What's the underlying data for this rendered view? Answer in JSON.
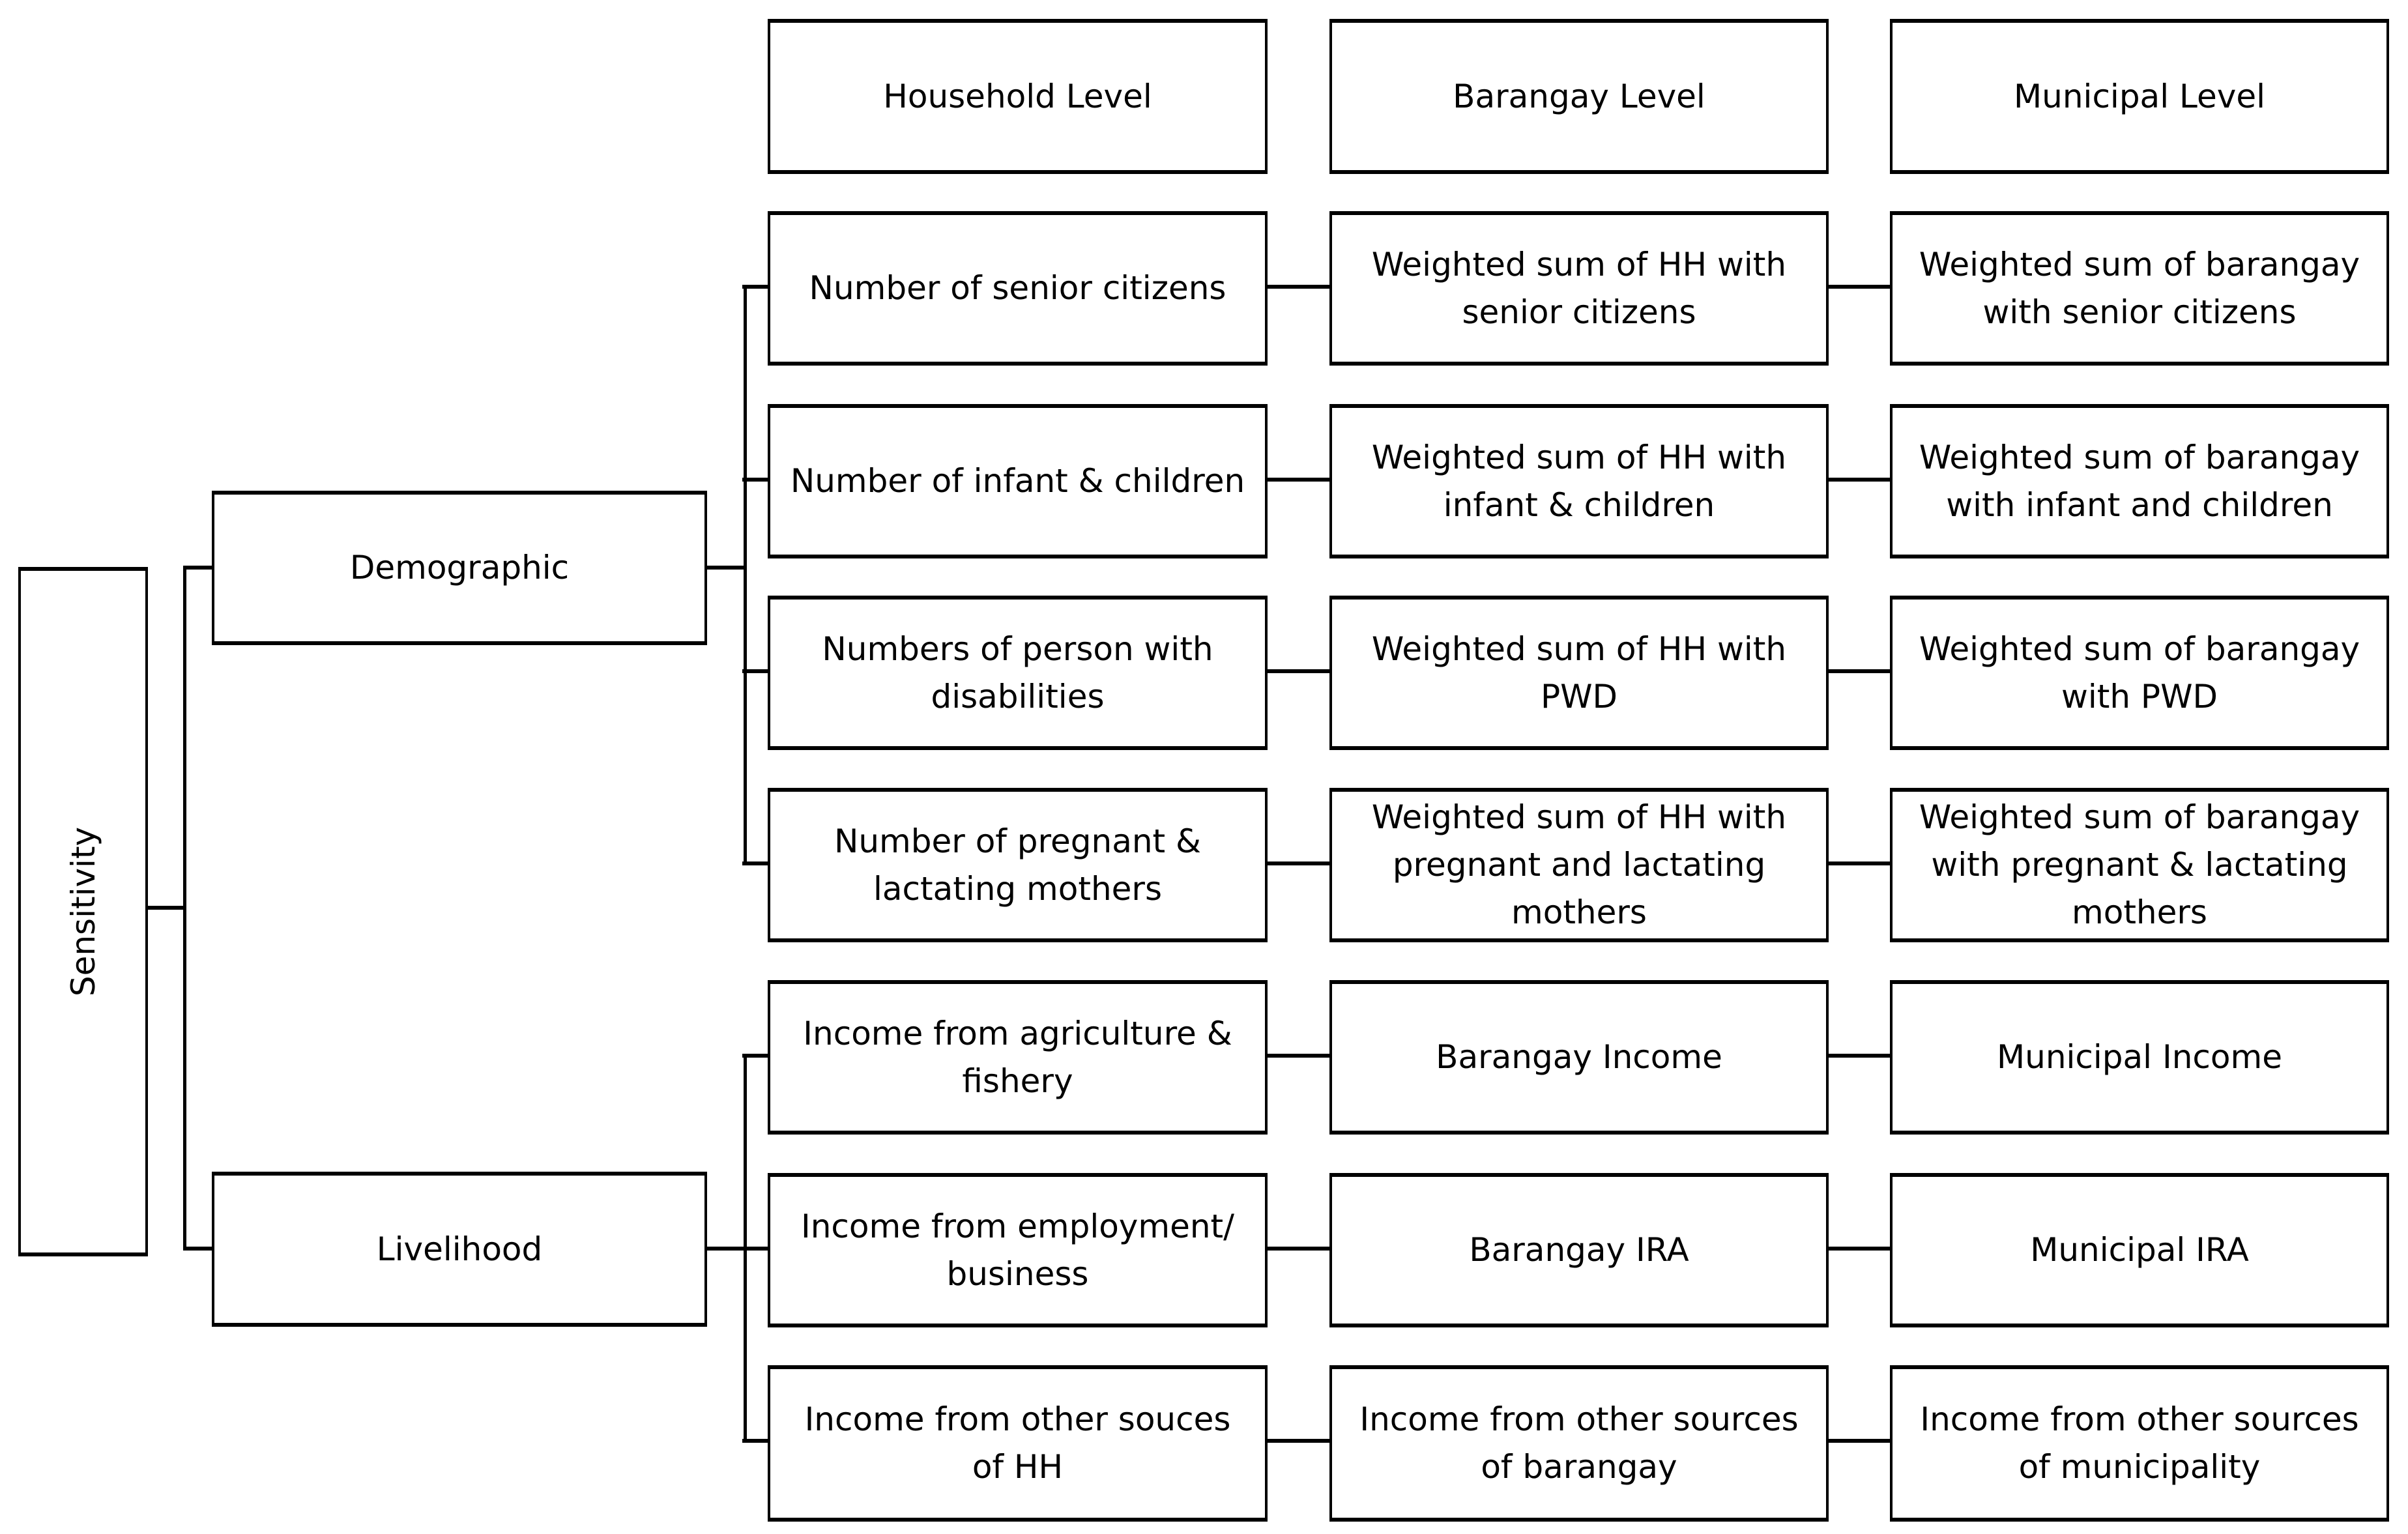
{
  "diagram": {
    "type": "hierarchy-flowchart",
    "root": {
      "label": "Sensitivity"
    },
    "branches": [
      {
        "id": "demographic",
        "label": "Demographic"
      },
      {
        "id": "livelihood",
        "label": "Livelihood"
      }
    ],
    "column_headers": [
      "Household Level",
      "Barangay Level",
      "Municipal Level"
    ],
    "rows": [
      {
        "branch": "Demographic",
        "household": "Number of senior citizens",
        "barangay": "Weighted sum of HH with\nsenior citizens",
        "municipal": "Weighted sum of barangay\nwith senior citizens"
      },
      {
        "branch": "Demographic",
        "household": "Number of infant & children",
        "barangay": "Weighted sum  of HH with\ninfant & children",
        "municipal": "Weighted sum of barangay\nwith infant and children"
      },
      {
        "branch": "Demographic",
        "household": "Numbers of person with\ndisabilities",
        "barangay": "Weighted sum of HH with\nPWD",
        "municipal": "Weighted sum of barangay\nwith PWD"
      },
      {
        "branch": "Demographic",
        "household": "Number of pregnant &\nlactating mothers",
        "barangay": "Weighted sum of HH with\npregnant and lactating\nmothers",
        "municipal": "Weighted sum of barangay\nwith pregnant & lactating\nmothers"
      },
      {
        "branch": "Livelihood",
        "household": "Income from agriculture &\nfishery",
        "barangay": "Barangay Income",
        "municipal": "Municipal Income"
      },
      {
        "branch": "Livelihood",
        "household": "Income from employment/\nbusiness",
        "barangay": "Barangay IRA",
        "municipal": "Municipal IRA"
      },
      {
        "branch": "Livelihood",
        "household": "Income from other souces\nof HH",
        "barangay": "Income from other sources\nof barangay",
        "municipal": "Income from other sources\nof municipality"
      }
    ],
    "colors": {
      "line": "#000000",
      "background": "#ffffff",
      "text": "#000000"
    }
  }
}
